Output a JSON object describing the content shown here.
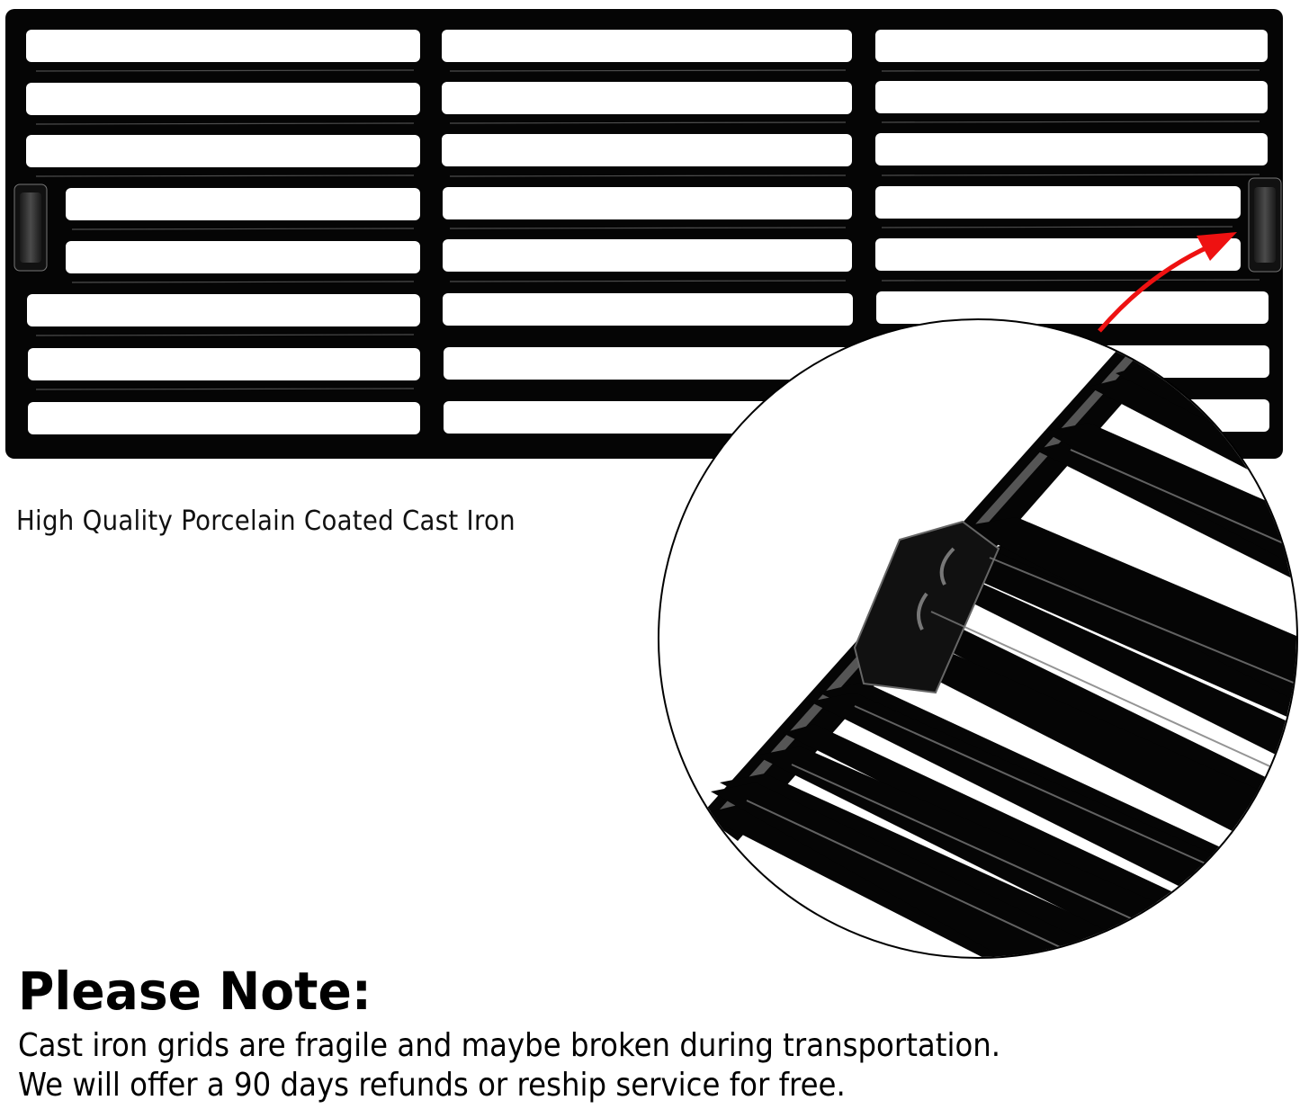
{
  "product_image": {
    "subject": "porcelain coated cast iron grill grate",
    "grate": {
      "columns": 3,
      "rows": 8,
      "handles": [
        "left-handle",
        "right-handle"
      ],
      "color": "#050505",
      "highlight_color": "#5a5a5a"
    },
    "zoom_callout": {
      "shape": "circle",
      "border_color": "#000000",
      "arrow_color": "#ee1111"
    }
  },
  "caption": {
    "text": "High Quality Porcelain Coated Cast Iron"
  },
  "note": {
    "title": "Please Note:",
    "lines": [
      "Cast iron grids are fragile and maybe broken during transportation.",
      "We will offer a 90 days refunds or reship service for free."
    ]
  }
}
